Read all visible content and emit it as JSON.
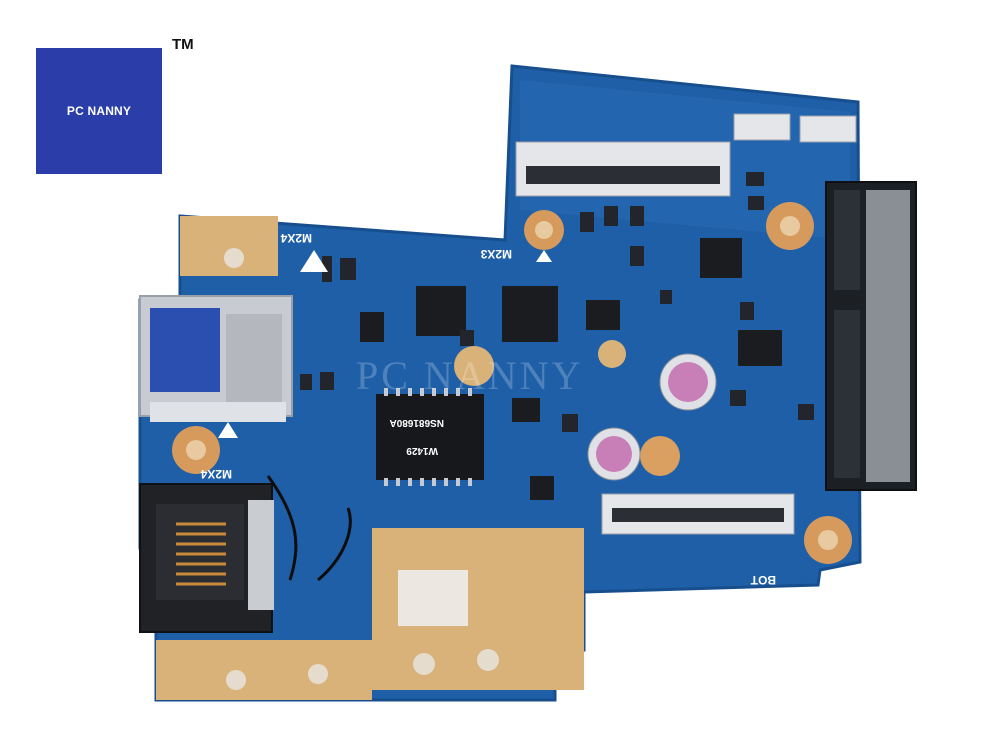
{
  "brand": {
    "logo_text": "PC NANNY",
    "trademark": "TM",
    "logo_color": "#2b3da8"
  },
  "photo": {
    "subject": "laptop USB / LAN / optical drive IO board",
    "pcb_color": "#1e5fa8",
    "silkscreen": {
      "mount_top": "M2X4",
      "mount_left": "M2X4",
      "mount_upper_mid": "M2X3",
      "chip_label_1": "NS681680A",
      "chip_label_2": "W1429",
      "board_edge": "BOT"
    }
  },
  "watermark": {
    "text": "PC NANNY"
  }
}
